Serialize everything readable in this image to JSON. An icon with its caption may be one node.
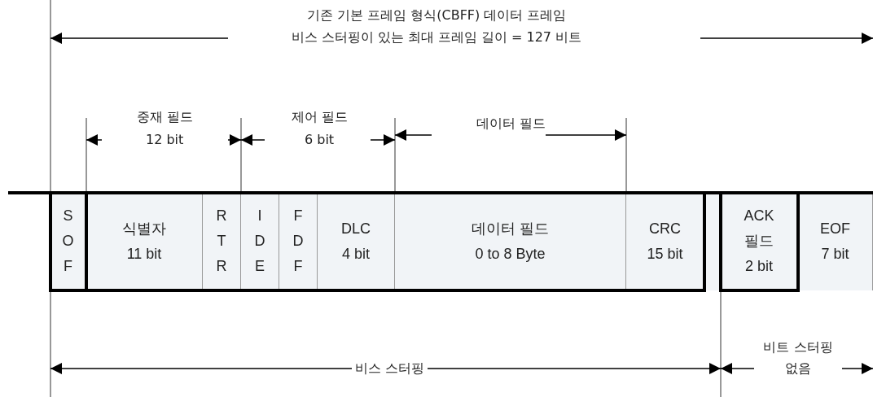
{
  "diagram": {
    "nodes": [
      {
        "text": [
          "S O F"
        ]
      },
      {
        "text": [
          "식별자 11 bit"
        ]
      },
      {
        "text": [
          "R T R"
        ]
      },
      {
        "text": [
          "I D E"
        ]
      },
      {
        "text": [
          "F D F"
        ]
      },
      {
        "text": [
          "DLC 4 bit"
        ]
      },
      {
        "text": [
          "데이터 필드 0 to 8 Byte"
        ]
      },
      {
        "text": [
          "CRC 15 bit"
        ]
      },
      {
        "text": [],
        "shape": "box"
      },
      {
        "text": [
          "ACK 필드 2 bit"
        ]
      },
      {
        "text": [
          "EOF 7 bit"
        ]
      }
    ],
    "labels": [
      "기존 기본 프레임 형식(CBFF) 데이터 프레임",
      "비스 스터핑이 있는 최대 프레임 길이 = 127 비트",
      "중재 필드",
      "12 bit",
      "제어 필드",
      "6 bit",
      "데이터 필드",
      "비스 스터핑",
      "비트 스터핑 없음"
    ]
  }
}
